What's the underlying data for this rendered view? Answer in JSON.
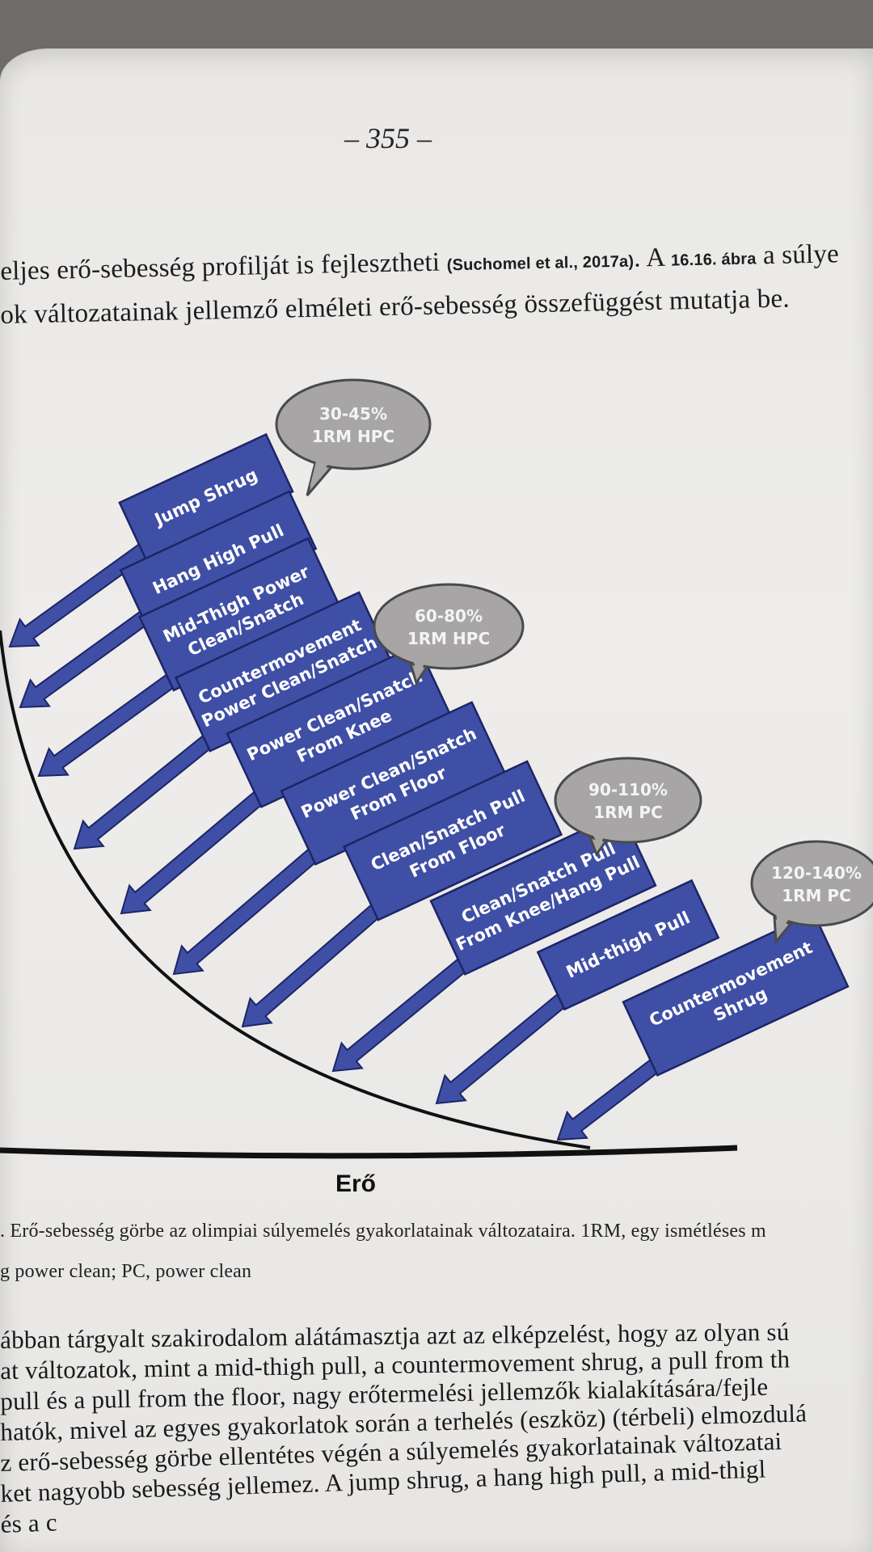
{
  "page_number": "– 355 –",
  "intro": {
    "line1_a": "eljes erő-sebesség profilját is fejlesztheti ",
    "line1_cite": "(Suchomel et al., 2017a)",
    "line1_b": ". A ",
    "line1_ref": "16.16. ábra",
    "line1_c": " a súlye",
    "line2": "ok változatainak jellemző elméleti erő-sebesség összefüggést mutatja be."
  },
  "figure": {
    "axis_label": "Erő",
    "bars": [
      {
        "label": [
          "Jump Shrug"
        ]
      },
      {
        "label": [
          "Hang High Pull"
        ]
      },
      {
        "label": [
          "Mid-Thigh Power",
          "Clean/Snatch"
        ]
      },
      {
        "label": [
          "Countermovement",
          "Power Clean/Snatch"
        ]
      },
      {
        "label": [
          "Power Clean/Snatch",
          "From Knee"
        ]
      },
      {
        "label": [
          "Power Clean/Snatch",
          "From Floor"
        ]
      },
      {
        "label": [
          "Clean/Snatch Pull",
          "From Floor"
        ]
      },
      {
        "label": [
          "Clean/Snatch Pull",
          "From Knee/Hang Pull"
        ]
      },
      {
        "label": [
          "Mid-thigh Pull"
        ]
      },
      {
        "label": [
          "Countermovement",
          "Shrug"
        ]
      }
    ],
    "bubbles": [
      {
        "line1": "30-45%",
        "line2": "1RM HPC"
      },
      {
        "line1": "60-80%",
        "line2": "1RM HPC"
      },
      {
        "line1": "90-110%",
        "line2": "1RM PC"
      },
      {
        "line1": "120-140%",
        "line2": "1RM PC"
      }
    ],
    "colors": {
      "bar": "#3f4fa6",
      "bar_border": "#1d2566",
      "bubble": "#a8a5a6",
      "bubble_border": "#4a4a4a"
    }
  },
  "caption": {
    "line1": ". Erő-sebesség görbe az olimpiai súlyemelés gyakorlatainak változataira. 1RM, egy ismétléses m",
    "line2": "g power clean; PC, power clean"
  },
  "body": [
    "ábban tárgyalt szakirodalom alátámasztja azt az elképzelést, hogy az olyan sú",
    "at változatok, mint a mid-thigh pull, a countermovement shrug, a pull from th",
    "pull és a pull from the floor, nagy erőtermelési jellemzők kialakítására/fejle",
    "hatók, mivel az egyes gyakorlatok során a terhelés (eszköz) (térbeli) elmozdulá",
    "z erő-sebesség görbe ellentétes végén a súlyemelés gyakorlatainak változatai",
    "ket nagyobb sebesség jellemez. A jump shrug, a hang high pull, a mid-thigl",
    "és a c"
  ]
}
